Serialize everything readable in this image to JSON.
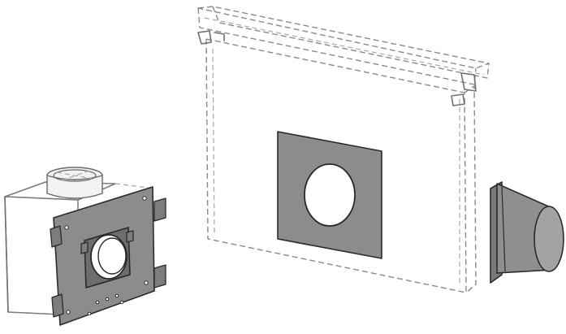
{
  "figure": {
    "components": [
      {
        "id": "fan-housing",
        "label": ""
      },
      {
        "id": "wall-sleeve",
        "label": ""
      },
      {
        "id": "exterior-hood",
        "label": ""
      }
    ],
    "colors": {
      "background": "#ffffff",
      "plate": "#8c8c8c",
      "outline": "#2a2a2a",
      "phantom-line": "#8a8a8a"
    }
  }
}
